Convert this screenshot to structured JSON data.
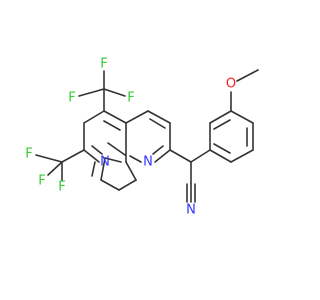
{
  "colors": {
    "carbon_bond": "#333333",
    "fluorine": "#33CC33",
    "nitrogen": "#3333FF",
    "oxygen": "#FF2020",
    "background": "#FFFFFF"
  },
  "atoms": {
    "f1": "F",
    "f2": "F",
    "f3": "F",
    "f4": "F",
    "f5": "F",
    "f6": "F",
    "n_ring_left": "N",
    "n_ring_right": "N",
    "n_nitrile": "N",
    "o_methoxy": "O"
  }
}
